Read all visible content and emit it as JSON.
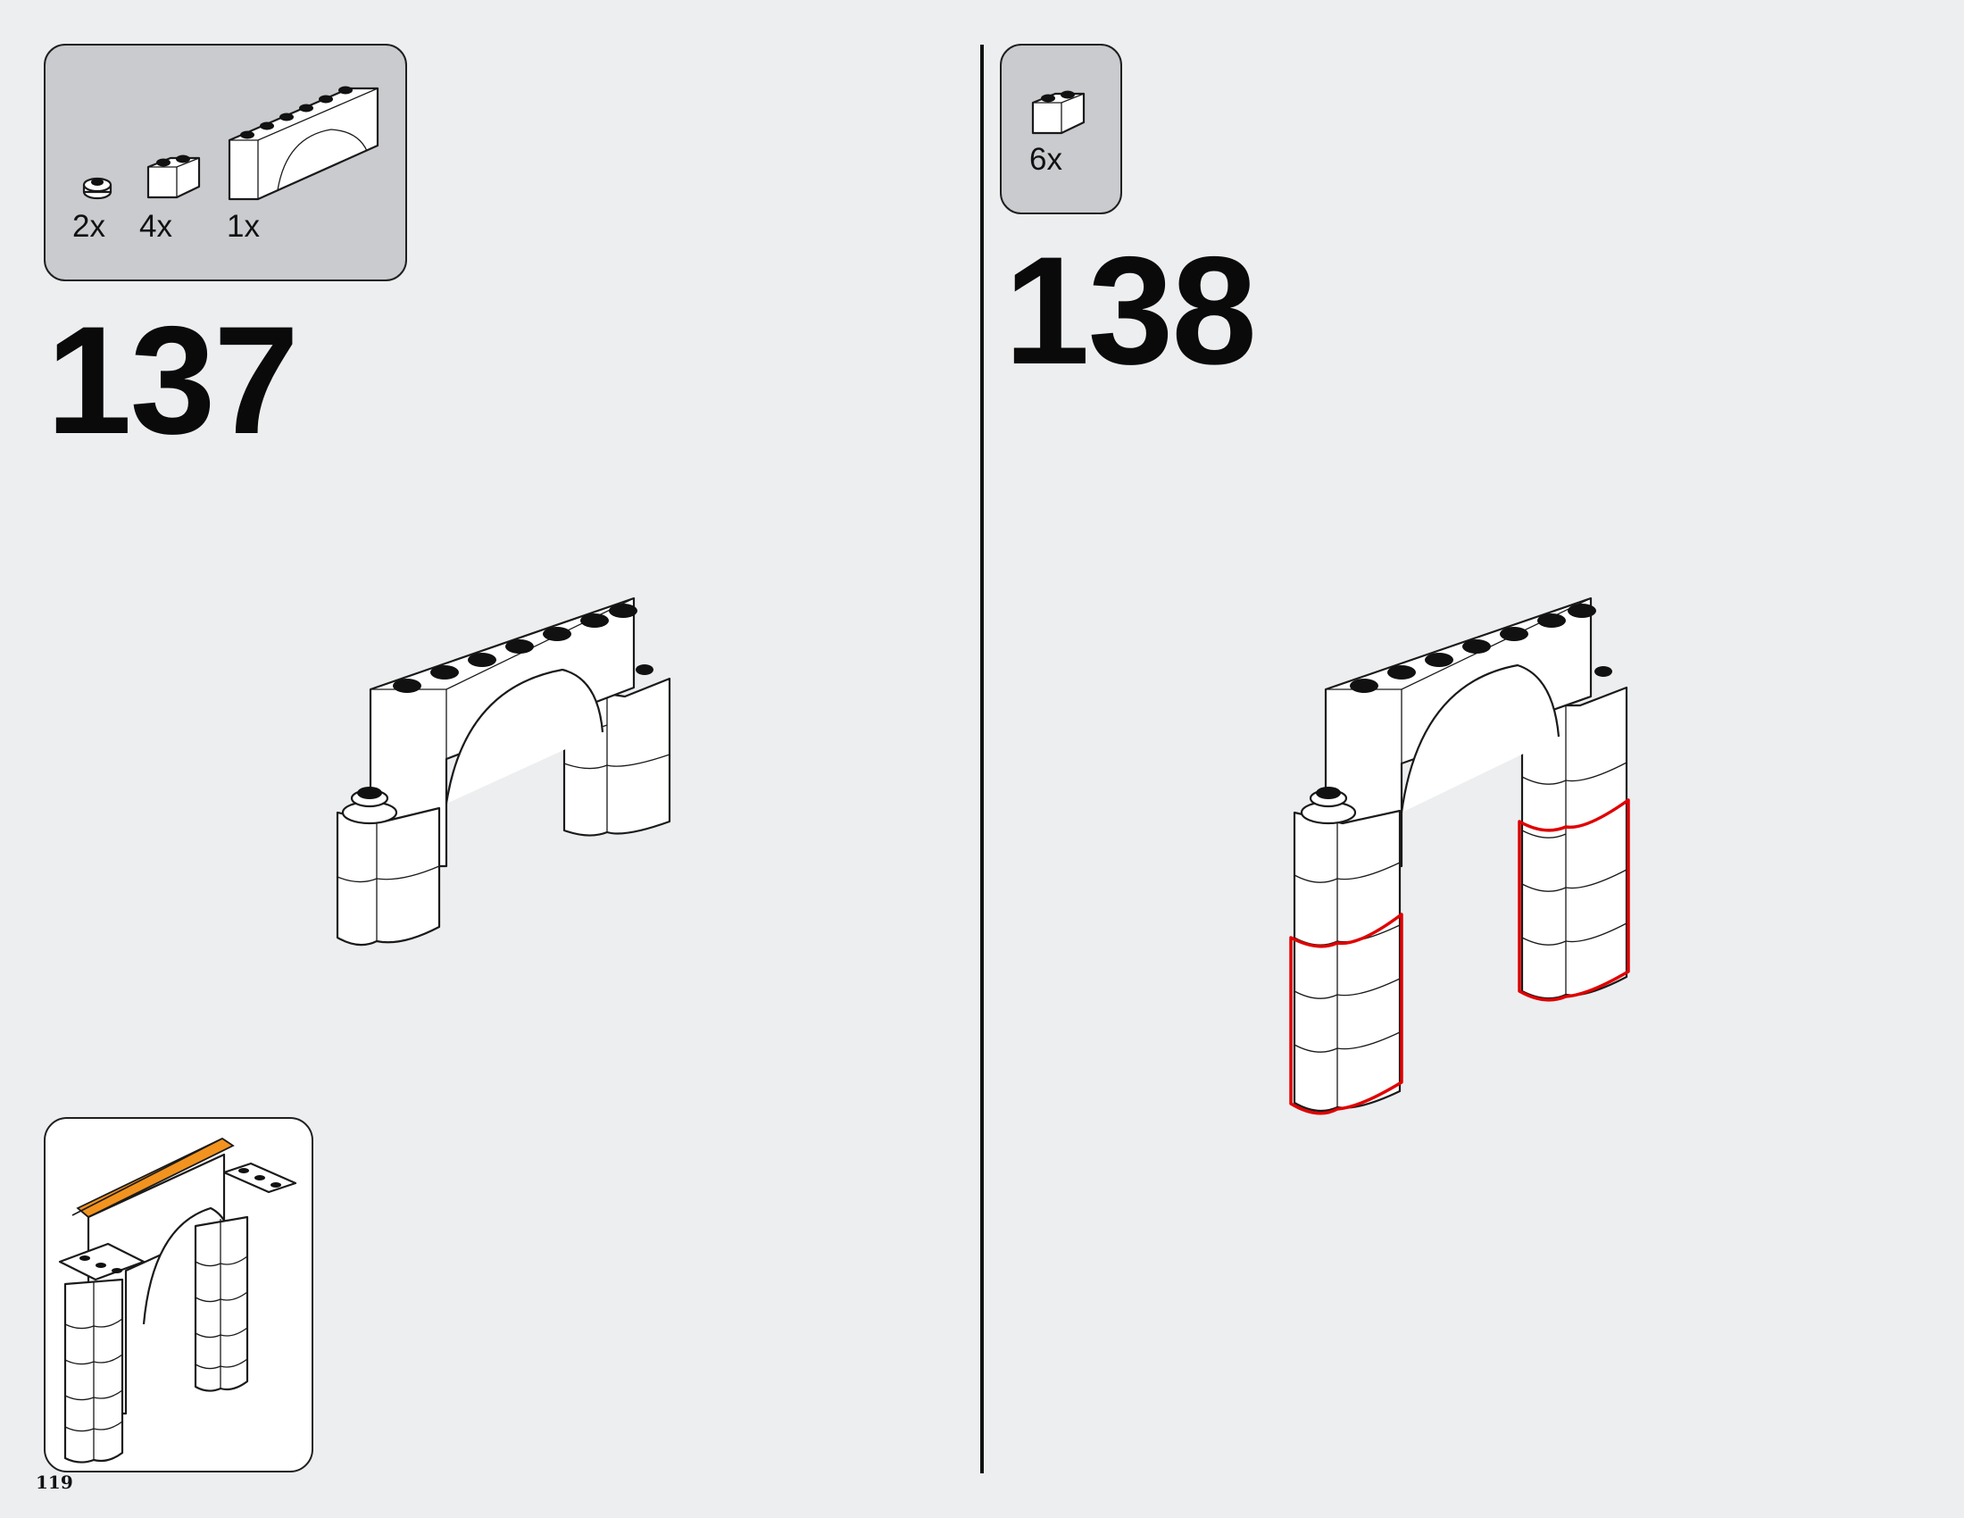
{
  "page_number": "119",
  "steps": [
    {
      "number": "137",
      "parts": [
        {
          "icon": "round-plate-1x1-icon",
          "qty": "2x"
        },
        {
          "icon": "brick-1x2-rounded-icon",
          "qty": "4x"
        },
        {
          "icon": "arch-brick-1x6-icon",
          "qty": "1x"
        }
      ]
    },
    {
      "number": "138",
      "parts": [
        {
          "icon": "brick-1x2-rounded-icon",
          "qty": "6x"
        }
      ]
    }
  ],
  "colors": {
    "background": "#eceef0",
    "parts_box": "#c9cbce",
    "highlight": "#e00000",
    "inset_accent": "#f2931f"
  }
}
